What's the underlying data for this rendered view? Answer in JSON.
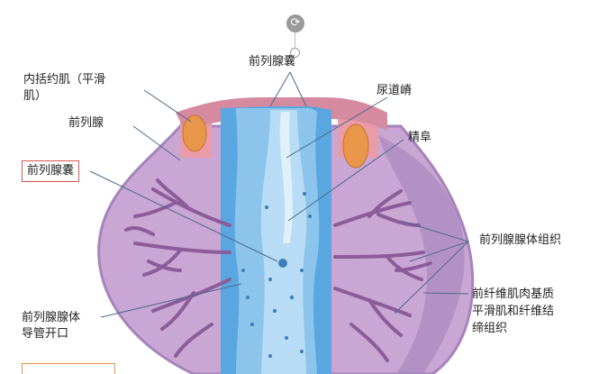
{
  "labels": {
    "capsule_top": "前列腺囊",
    "urethral_crest": "尿道嵴",
    "internal_sphincter": "内括约肌（平滑",
    "internal_sphincter_2": "肌）",
    "prostate": "前列腺",
    "capsule_left": "前列腺囊",
    "colliculus": "精阜",
    "gland_tissue": "前列腺腺体组织",
    "stroma_1": "前纤维肌肉基质",
    "stroma_2": "平滑肌和纤维结",
    "stroma_3": "缔组织",
    "duct_1": "前列腺腺体",
    "duct_2": "导管开口"
  },
  "colors": {
    "gland_fill": "#c9a6d3",
    "gland_outer": "#a684bc",
    "urethra_blue": "#5aa6e0",
    "urethra_light": "#b8dcf5",
    "muscle_orange": "#e8964a",
    "sphincter_pink": "#e99ba8",
    "duct_purple": "#8c5c9a",
    "highlight_box": "#d9534f"
  },
  "icons": {
    "rotate": "rotate-icon"
  }
}
